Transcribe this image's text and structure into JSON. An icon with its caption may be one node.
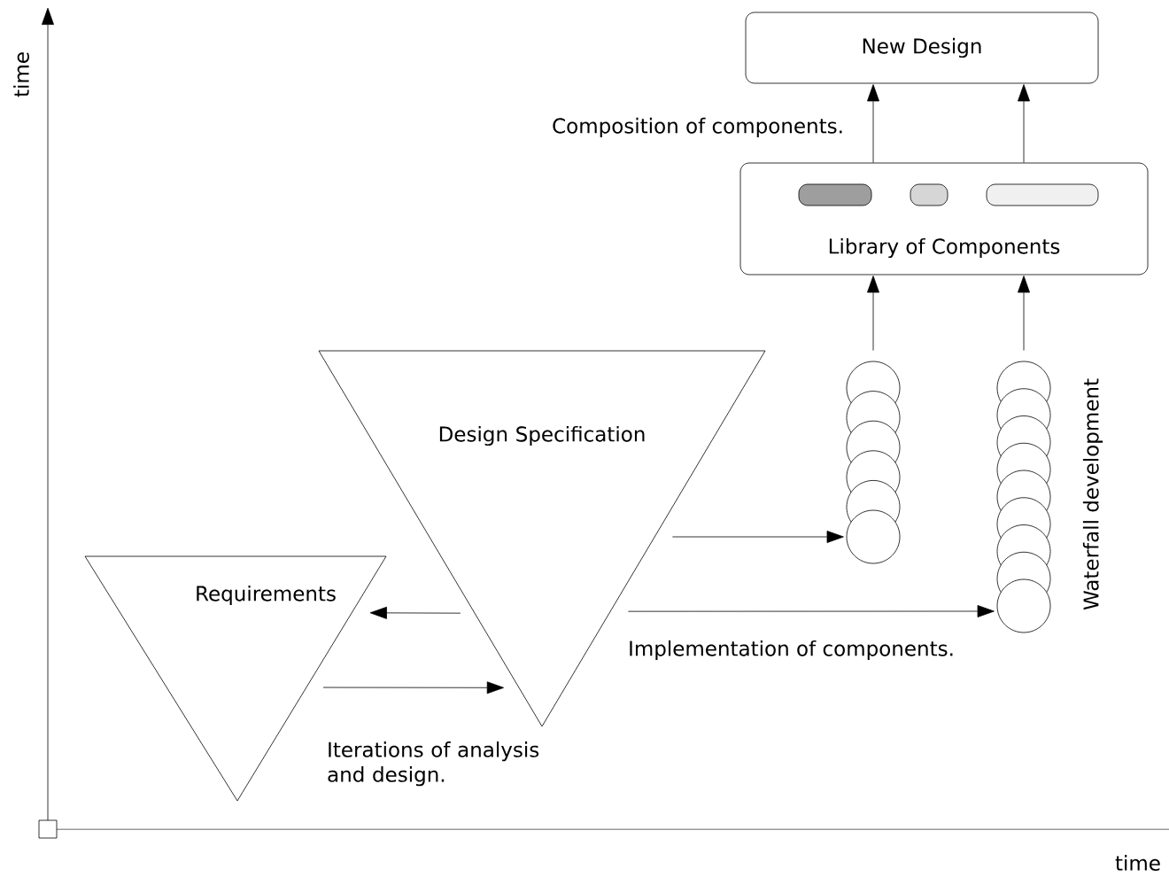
{
  "diagram": {
    "nodes": [
      {
        "text": [
          "New Design"
        ]
      },
      {
        "text": [
          "Library of Components"
        ]
      },
      {
        "text": [
          "Design Specification"
        ]
      },
      {
        "text": [],
        "shape": "circle"
      },
      {
        "text": [],
        "shape": "circle",
        "beside": [
          "Waterfall development"
        ]
      },
      {
        "text": [
          "Requirements"
        ]
      }
    ],
    "edges": [
      {
        "from": 1,
        "to": 0,
        "arrow": "to",
        "label": "Composition of components."
      },
      {
        "from": 1,
        "to": 0,
        "arrow": "to"
      },
      {
        "from": 3,
        "to": 1,
        "arrow": "to"
      },
      {
        "from": 4,
        "to": 1,
        "arrow": "to"
      },
      {
        "from": 2,
        "to": 3,
        "arrow": "to"
      },
      {
        "from": 2,
        "to": 4,
        "arrow": "to",
        "label": "Implementation of components."
      },
      {
        "from": 2,
        "to": 5,
        "arrow": "to"
      },
      {
        "from": 5,
        "to": 2,
        "arrow": "to",
        "label": "Iterations of analysis and design."
      }
    ],
    "labels": [
      "time",
      "time"
    ]
  }
}
